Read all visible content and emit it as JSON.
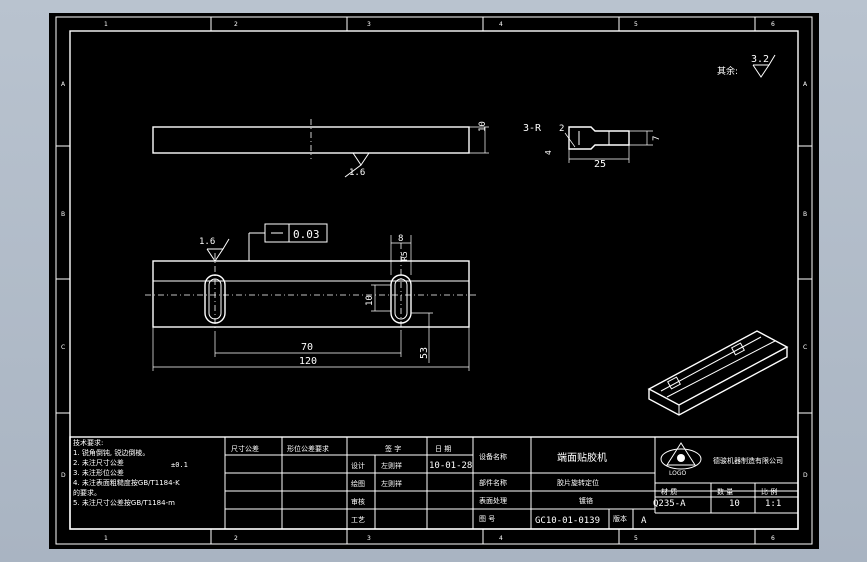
{
  "zone_columns": [
    "1",
    "2",
    "3",
    "4",
    "5",
    "6"
  ],
  "zone_rows": [
    "A",
    "B",
    "C",
    "D"
  ],
  "surface_finish": {
    "label": "其余:",
    "default_value": "3.2",
    "top_value": "1.6",
    "front_value": "1.6"
  },
  "dimensions": {
    "thickness": "10",
    "flatness_value": "0.03",
    "slot_width": "8",
    "slot_radius": "R5",
    "slot_height": "10",
    "slot_spacing": "70",
    "total_length": "120",
    "edge_offset": "53",
    "radius_note": "3-R",
    "chamfer_note": "2",
    "side_depth": "4",
    "side_length": "25",
    "side_height": "7"
  },
  "tech_requirements": {
    "title": "技术要求:",
    "lines": [
      "1. 锐角倒钝, 锐边倒棱。",
      "2. 未注尺寸公差",
      "3. 未注形位公差",
      "4. 未注表面粗糙度按GB/T1184-K",
      "   的要求。",
      "5. 未注尺寸公差按GB/T1184-m"
    ],
    "tolerance": "±0.1"
  },
  "title_block": {
    "hdr_size": "尺寸公差",
    "hdr_geo": "形位公差要求",
    "sig": "签 字",
    "date": "日 期",
    "design": "设计",
    "design_name": "左则祥",
    "design_date": "10-01-28",
    "drawing": "绘图",
    "drawing_name": "左则祥",
    "review": "审核",
    "process": "工艺",
    "equip_name_lbl": "设备名称",
    "equip_name": "端面贴胶机",
    "component_lbl": "部件名称",
    "component": "胶片旋转定位",
    "surface_lbl": "表面处理",
    "surface": "镀铬",
    "drawing_no_lbl": "图 号",
    "drawing_no": "GC10-01-0139",
    "rev_lbl": "版本",
    "rev": "A",
    "company": "德骏机器制造有限公司",
    "logo_text": "LOGO",
    "material_lbl": "材 质",
    "qty_lbl": "数 量",
    "scale_lbl": "比 例",
    "material": "Q235-A",
    "qty": "10",
    "scale": "1:1"
  }
}
